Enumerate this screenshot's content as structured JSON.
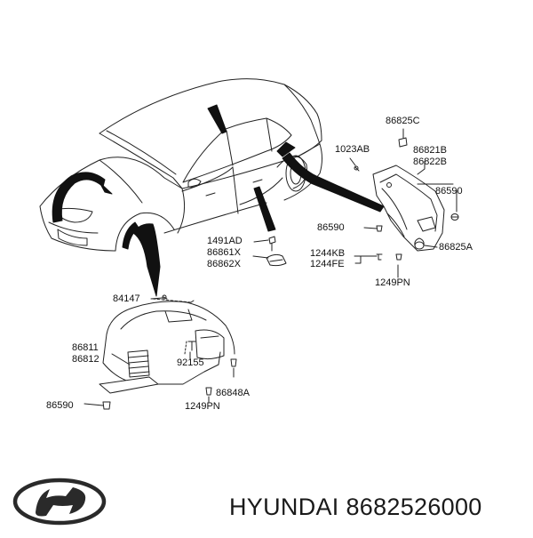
{
  "callouts": {
    "c86825C": "86825C",
    "c1023AB": "1023AB",
    "c86821B": "86821B",
    "c86822B": "86822B",
    "c86590_rt": "86590",
    "c86590_mid": "86590",
    "c86825A": "86825A",
    "c1491AD": "1491AD",
    "c86861X": "86861X",
    "c86862X": "86862X",
    "c1244KB": "1244KB",
    "c1244FE": "1244FE",
    "c1249PN_rt": "1249PN",
    "c84147": "84147",
    "c86811": "86811",
    "c86812": "86812",
    "c92155": "92155",
    "c86848A": "86848A",
    "c1249PN_bt": "1249PN",
    "c86590_bt": "86590"
  },
  "footer": {
    "brand": "HYUNDAI",
    "part_number": "8682526000",
    "logo_icon": "hyundai-logo-icon"
  },
  "colors": {
    "line": "#222222",
    "fill": "#ffffff",
    "text": "#111111"
  }
}
